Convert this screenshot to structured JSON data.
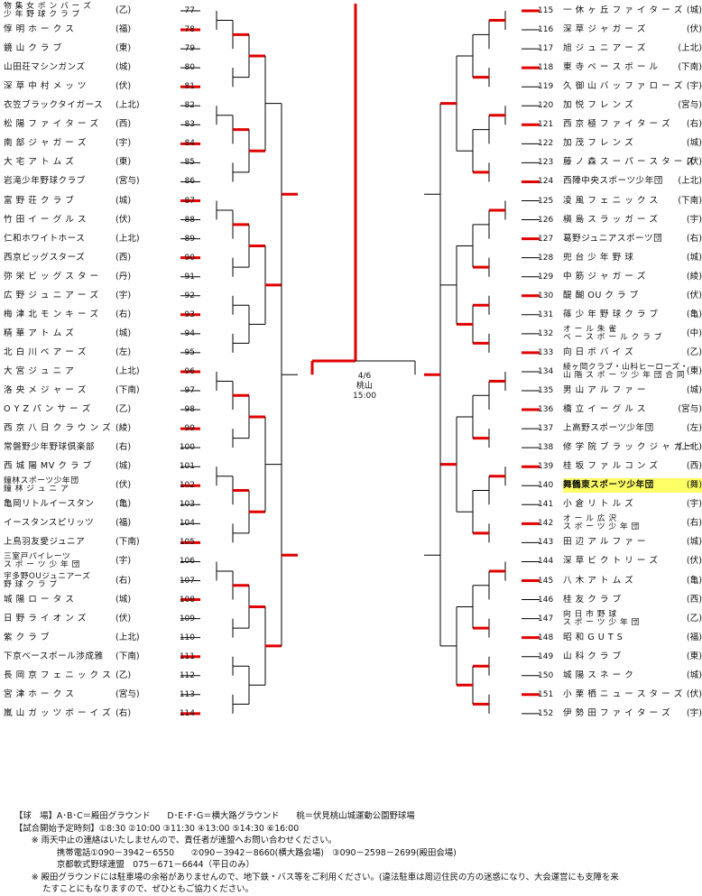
{
  "left_teams": [
    {
      "no": "77",
      "name": "物 集 女 ボ ン バ ー ズ",
      "region": "(乙)",
      "name2": "少 年 野 球 ク ラ ブ"
    },
    {
      "no": "78",
      "name": "惇 明 ホ ー ク ス",
      "region": "(福)"
    },
    {
      "no": "79",
      "name": "鏡 山 ク ラ ブ",
      "region": "(東)"
    },
    {
      "no": "80",
      "name": "山田荘マシンガンズ",
      "region": "(城)"
    },
    {
      "no": "81",
      "name": "深 草 中 村 メ ッ ツ",
      "region": "(伏)"
    },
    {
      "no": "82",
      "name": "衣笠ブラックタイガース",
      "region": "(上北)"
    },
    {
      "no": "83",
      "name": "松 陽 フ ァ イ タ ー ズ",
      "region": "(西)"
    },
    {
      "no": "84",
      "name": "南 部 ジ ャ ガ ー ズ",
      "region": "(宇)"
    },
    {
      "no": "85",
      "name": "大 宅 ア ト ム ズ",
      "region": "(東)"
    },
    {
      "no": "86",
      "name": "岩滝少年野球クラブ",
      "region": "(宮与)"
    },
    {
      "no": "87",
      "name": "富 野 荘 ク ラ ブ",
      "region": "(城)"
    },
    {
      "no": "88",
      "name": "竹 田 イ ー グ ル ス",
      "region": "(伏)"
    },
    {
      "no": "89",
      "name": "仁和ホワイトホース",
      "region": "(上北)"
    },
    {
      "no": "90",
      "name": "西京ビッグスターズ",
      "region": "(西)"
    },
    {
      "no": "91",
      "name": "弥 栄 ビ ッ グ ス タ ー",
      "region": "(丹)"
    },
    {
      "no": "92",
      "name": "広 野 ジ ュ ニ ア ー ズ",
      "region": "(宇)"
    },
    {
      "no": "93",
      "name": "梅 津 北 モ ン キ ー ズ",
      "region": "(右)"
    },
    {
      "no": "94",
      "name": "精 華 ア ト ム ズ",
      "region": "(城)"
    },
    {
      "no": "95",
      "name": "北 白 川 ベ ア ー ズ",
      "region": "(左)"
    },
    {
      "no": "96",
      "name": "大 宮 ジ ュ ニ ア",
      "region": "(上北)"
    },
    {
      "no": "97",
      "name": "洛 央 メ ジ ャ ー ズ",
      "region": "(下南)"
    },
    {
      "no": "98",
      "name": "O Y Z パ ン サ ー ズ",
      "region": "(乙)"
    },
    {
      "no": "99",
      "name": "西 京 八 日 ク ラ ウ ン ズ",
      "region": "(綾)"
    },
    {
      "no": "100",
      "name": "常磐野少年野球倶楽部",
      "region": "(右)"
    },
    {
      "no": "101",
      "name": "西 城 陽 MV ク ラ ブ",
      "region": "(城)"
    },
    {
      "no": "102",
      "name": "鐘林スポーツ少年団",
      "region": "(伏)",
      "name2": "鐘 林 ジ ュ ニ ア"
    },
    {
      "no": "103",
      "name": "亀岡リトルイースタン",
      "region": "(亀)"
    },
    {
      "no": "104",
      "name": "イースタンスピリッツ",
      "region": "(福)"
    },
    {
      "no": "105",
      "name": "上鳥羽友愛ジュニア",
      "region": "(下南)"
    },
    {
      "no": "106",
      "name": "三室戸パイレーツ",
      "region": "(宇)",
      "name2": "ス ポ ー ツ 少 年 団"
    },
    {
      "no": "107",
      "name": "宇多野OUジュニアーズ",
      "region": "(右)",
      "name2": "野 球 ク ラ ブ"
    },
    {
      "no": "108",
      "name": "城 陽 ロ ー タ ス",
      "region": "(城)"
    },
    {
      "no": "109",
      "name": "日 野 ラ イ オ ン ズ",
      "region": "(伏)"
    },
    {
      "no": "110",
      "name": "紫 ク ラ ブ",
      "region": "(上北)"
    },
    {
      "no": "111",
      "name": "下京ベースボール渉成雅",
      "region": "(下南)"
    },
    {
      "no": "112",
      "name": "長 岡 京 フ ェ ニ ッ ク ス",
      "region": "(乙)"
    },
    {
      "no": "113",
      "name": "宮 津 ホ ー ク ス",
      "region": "(宮与)"
    },
    {
      "no": "114",
      "name": "嵐 山 ガ ッ ツ ボ ー イ ズ",
      "region": "(右)"
    }
  ],
  "right_teams": [
    {
      "no": "115",
      "name": "一 休 ヶ 丘 フ ァ イ タ ー ズ",
      "region": "(城)"
    },
    {
      "no": "116",
      "name": "深 草 ジ ャ ガ ー ズ",
      "region": "(伏)"
    },
    {
      "no": "117",
      "name": "旭 ジ ュ ニ ア ー ズ",
      "region": "(上北)"
    },
    {
      "no": "118",
      "name": "東 寺 ベ ー ス ボ ー ル",
      "region": "(下南)"
    },
    {
      "no": "119",
      "name": "久 御 山 バ ッ フ ァ ロ ー ズ",
      "region": "(宇)"
    },
    {
      "no": "120",
      "name": "加 悦 フ レ ン ズ",
      "region": "(宮与)"
    },
    {
      "no": "121",
      "name": "西 京 極 フ ァ イ タ ー ズ",
      "region": "(右)"
    },
    {
      "no": "122",
      "name": "加 茂 フ レ ン ズ",
      "region": "(城)"
    },
    {
      "no": "123",
      "name": "藤 ノ 森 ス ー パ ー ス タ ー ズ",
      "region": "(伏)"
    },
    {
      "no": "124",
      "name": "西陣中央スポーツ少年団",
      "region": "(上北)"
    },
    {
      "no": "125",
      "name": "凌 風 フ ェ ニ ッ ク ス",
      "region": "(下南)"
    },
    {
      "no": "126",
      "name": "槇 島 ス ラ ッ ガ ー ズ",
      "region": "(宇)"
    },
    {
      "no": "127",
      "name": "葛野ジュニアスポーツ団",
      "region": "(右)"
    },
    {
      "no": "128",
      "name": "兜 台 少 年 野 球",
      "region": "(城)"
    },
    {
      "no": "129",
      "name": "中 筋 ジ ャ ガ ー ズ",
      "region": "(綾)"
    },
    {
      "no": "130",
      "name": "醍 醐 OU ク ラ ブ",
      "region": "(伏)"
    },
    {
      "no": "131",
      "name": "篠 少 年 野 球 ク ラ ブ",
      "region": "(亀)"
    },
    {
      "no": "132",
      "name": "オ ー ル 朱 雀",
      "region": "(中)",
      "name2": "ベ ー ス ボ ー ル ク ラ ブ"
    },
    {
      "no": "133",
      "name": "向 日 ボ バ イ ズ",
      "region": "(乙)"
    },
    {
      "no": "134",
      "name": "綾ヶ岡クラブ・山科ヒーローズ・",
      "region": "(東)",
      "name2": "山 階 ス ポ ー ツ 少 年 団 合 同"
    },
    {
      "no": "135",
      "name": "男 山 ア ル フ ァ ー",
      "region": "(城)"
    },
    {
      "no": "136",
      "name": "橋 立 イ ー グ ル ス",
      "region": "(宮与)"
    },
    {
      "no": "137",
      "name": "上高野スポーツ少年団",
      "region": "(左)"
    },
    {
      "no": "138",
      "name": "修 学 院 ブ ラ ッ ク ジ ャ ガ ー",
      "region": "(上北)"
    },
    {
      "no": "139",
      "name": "桂 坂 フ ァ ル コ ン ズ",
      "region": "(西)"
    },
    {
      "no": "140",
      "name": "舞鶴東スポーツ少年団",
      "region": "(舞)",
      "hl": true
    },
    {
      "no": "141",
      "name": "小 倉 リ ト ル ズ",
      "region": "(宇)"
    },
    {
      "no": "142",
      "name": "オ ー ル 広 沢",
      "region": "(右)",
      "name2": "ス ポ ー ツ 少 年 団"
    },
    {
      "no": "143",
      "name": "田 辺 ア ル フ ァ ー",
      "region": "(城)"
    },
    {
      "no": "144",
      "name": "深 草 ビ ク ト リ ー ズ",
      "region": "(伏)"
    },
    {
      "no": "145",
      "name": "八 木 ア ト ム ズ",
      "region": "(亀)"
    },
    {
      "no": "146",
      "name": "桂 友 ク ラ ブ",
      "region": "(西)"
    },
    {
      "no": "147",
      "name": "向 日 市 野 球",
      "region": "(乙)",
      "name2": "ス ポ ー ツ 少 年 団"
    },
    {
      "no": "148",
      "name": "昭 和 G U T S",
      "region": "(福)"
    },
    {
      "no": "149",
      "name": "山 科 ク ラ ブ",
      "region": "(東)"
    },
    {
      "no": "150",
      "name": "城 陽 ス ネ ー ク",
      "region": "(城)"
    },
    {
      "no": "151",
      "name": "小 栗 栖 ニ ュ ー ス タ ー ズ",
      "region": "(伏)"
    },
    {
      "no": "152",
      "name": "伊 勢 田 フ ァ イ タ ー ズ",
      "region": "(宇)"
    }
  ],
  "final": {
    "date": "4/6",
    "venue": "桃山",
    "time": "15:00"
  },
  "notes": {
    "line1": "【球　場】A･B･C＝殿田グラウンド　　D･E･F･G＝横大路グラウンド　　桃＝伏見桃山城運動公園野球場",
    "line2": "【試合開始予定時刻】①8:30 ②10:00 ③11:30 ④13:00 ⑤14:30 ⑥16:00",
    "line3": "　　※ 雨天中止の連絡はいたしませんので、責任者が連盟へお問い合わせください。",
    "line4": "　　　　　携帯電話①090－3942－6550　　②090－3942－8660(横大路会場)　③090－2598－2699(殿田会場)",
    "line5": "　　　　　京都軟式野球連盟　075－671－6644（平日のみ）",
    "line6": "　　※ 殿田グラウンドには駐車場の余裕がありませんので、地下鉄・バス等をご利用ください。(違法駐車は周辺住民の方の迷惑になり、大会運営にも支障を来",
    "line7": "　　　 たすことにもなりますので、ぜひともご協力ください。"
  }
}
